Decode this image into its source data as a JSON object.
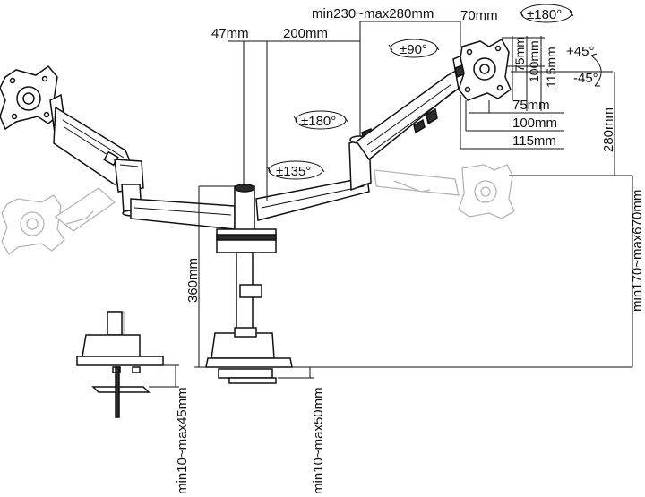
{
  "labels": {
    "width_47": "47mm",
    "width_200": "200mm",
    "reach": "min230~max280mm",
    "offset_70": "70mm",
    "rot_top": "±180°",
    "rot_90": "±90°",
    "rot_180": "±180°",
    "rot_135": "±135°",
    "tilt_up": "+45°",
    "tilt_down": "-45°",
    "v75": "75mm",
    "v100": "100mm",
    "v115": "115mm",
    "h75": "75mm",
    "h100": "100mm",
    "h115": "115mm",
    "height_280": "280mm",
    "height_range": "min170~max670mm",
    "pole": "360mm",
    "clamp_grommet": "min10~max45mm",
    "clamp_base": "min10~max50mm"
  }
}
